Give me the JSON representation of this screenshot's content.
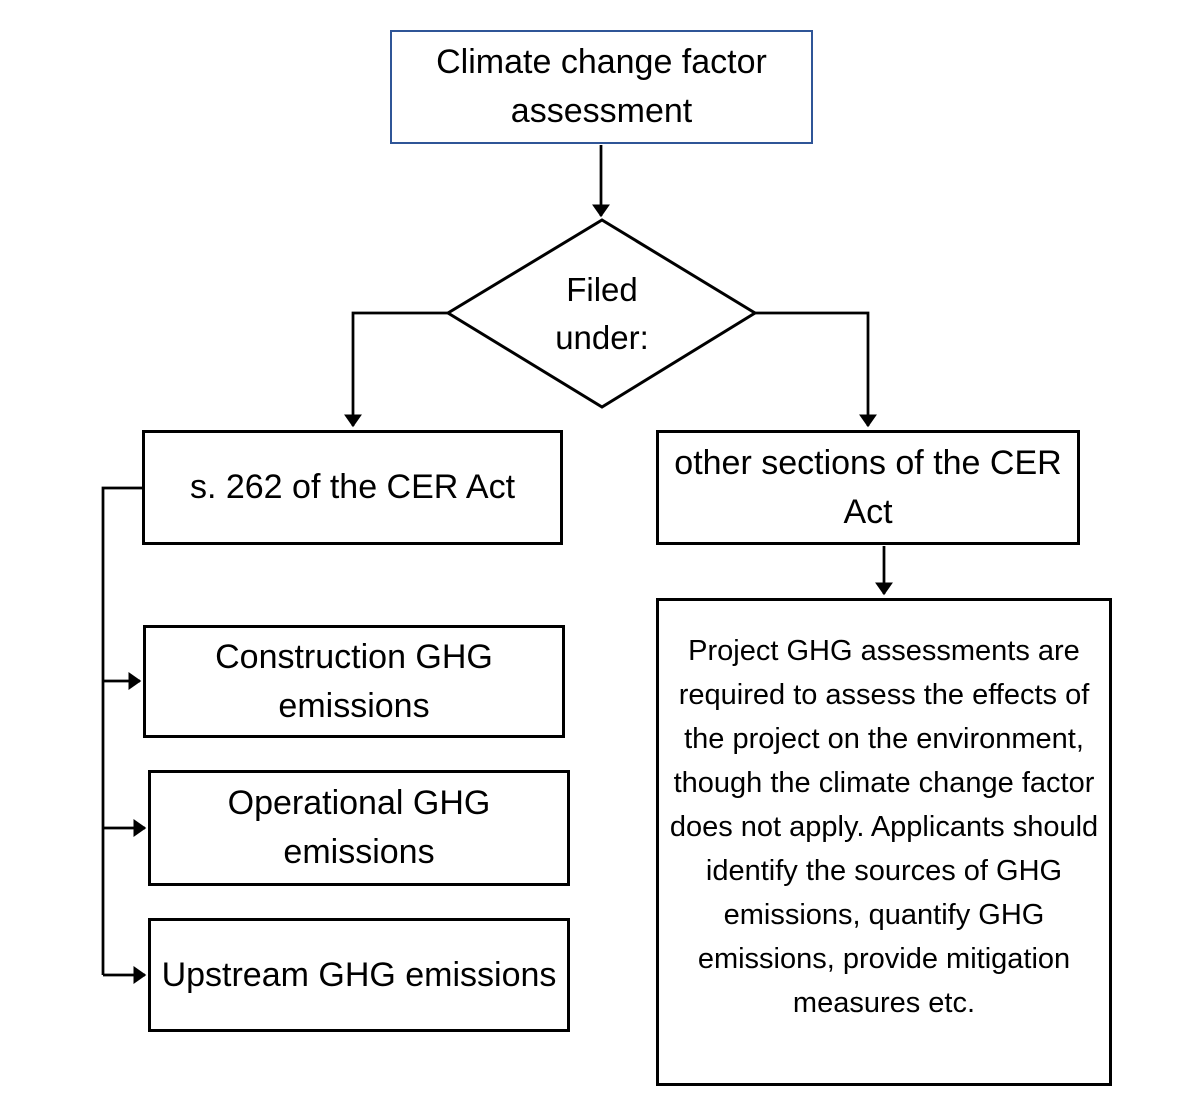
{
  "colors": {
    "accent_blue_border": "#2F5597",
    "line_color": "#000000",
    "background": "#FFFFFF"
  },
  "nodes": {
    "root": {
      "label": "Climate change factor assessment"
    },
    "decision": {
      "label": "Filed under:"
    },
    "s262": {
      "label": "s. 262 of the CER Act"
    },
    "other_sections": {
      "label": "other sections of the CER Act"
    },
    "construction": {
      "label": "Construction GHG emissions"
    },
    "operational": {
      "label": "Operational GHG emissions"
    },
    "upstream": {
      "label": "Upstream GHG emissions"
    },
    "note": {
      "label": "Project GHG assessments are required to assess the effects of the project on the environment, though the climate change factor does not apply. Applicants should identify the sources of GHG emissions, quantify GHG emissions, provide mitigation measures etc."
    }
  }
}
